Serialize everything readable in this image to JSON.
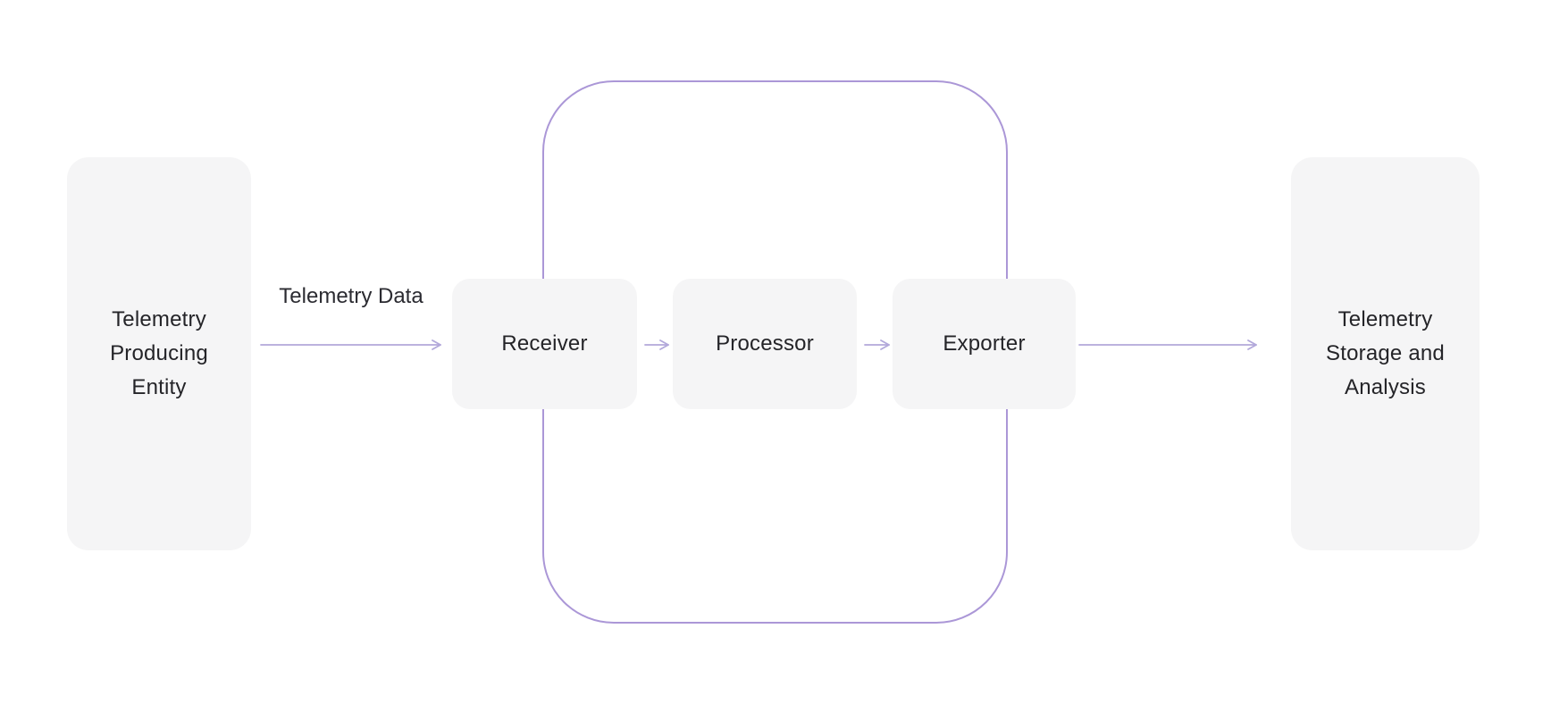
{
  "diagram": {
    "nodes": {
      "producer": {
        "lines": [
          "Telemetry",
          "Producing",
          "Entity"
        ]
      },
      "receiver": {
        "label": "Receiver"
      },
      "processor": {
        "label": "Processor"
      },
      "exporter": {
        "label": "Exporter"
      },
      "storage": {
        "lines": [
          "Telemetry",
          "Storage and",
          "Analysis"
        ]
      }
    },
    "edges": {
      "producer_to_receiver": {
        "label": "Telemetry Data"
      }
    }
  },
  "colors": {
    "canvas_bg": "#ffffff",
    "node_fill": "#f5f5f6",
    "node_text": "#242428",
    "collector_border": "#ab97d7",
    "arrow": "#b2a8da"
  }
}
